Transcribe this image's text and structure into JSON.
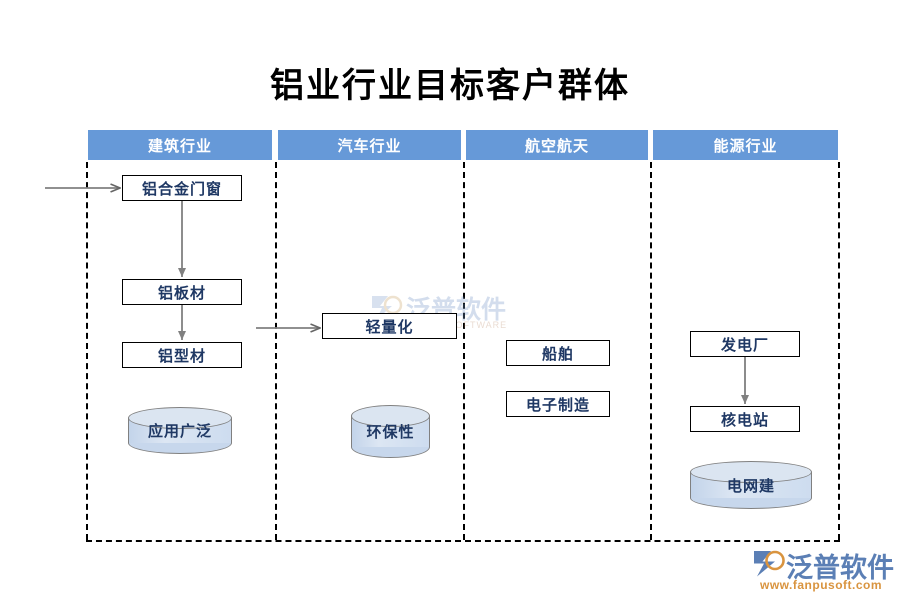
{
  "title": "铝业行业目标客户群体",
  "columns": [
    {
      "id": "construction",
      "header": "建筑行业",
      "nodes": [
        "铝合金门窗",
        "铝板材",
        "铝型材"
      ],
      "cylinder": "应用广泛"
    },
    {
      "id": "automotive",
      "header": "汽车行业",
      "nodes": [
        "轻量化"
      ],
      "cylinder": "环保性"
    },
    {
      "id": "aerospace",
      "header": "航空航天",
      "nodes": [
        "船舶",
        "电子制造"
      ],
      "cylinder": null
    },
    {
      "id": "energy",
      "header": "能源行业",
      "nodes": [
        "发电厂",
        "核电站"
      ],
      "cylinder": "电网建"
    }
  ],
  "watermark": {
    "name": "泛普软件",
    "url": "FANPU SOFTWARE"
  },
  "brand": {
    "name": "泛普软件",
    "url": "www.fanpusoft.com"
  },
  "colors": {
    "header_bar": "#6699d8",
    "node_text": "#1f3864",
    "cylinder_fill": "#cddcef",
    "cylinder_border": "#808080",
    "arrow": "#808080",
    "frame_dash": "#000000",
    "brand_blue": "#5b7fb5",
    "brand_orange": "#d9943f"
  }
}
